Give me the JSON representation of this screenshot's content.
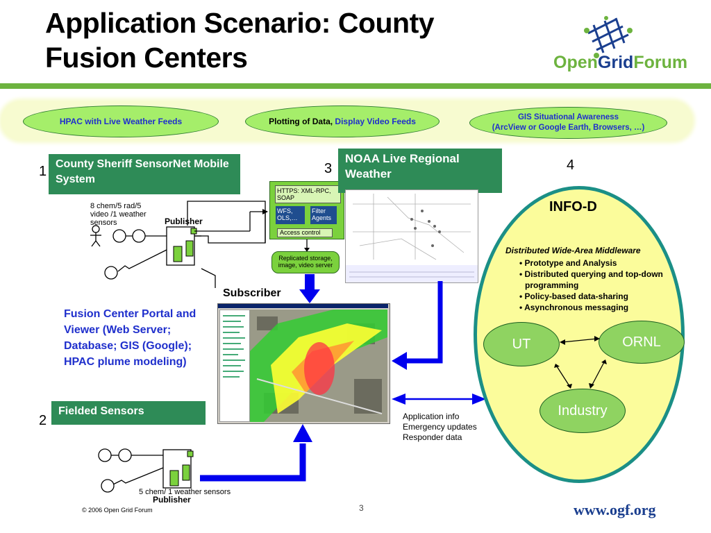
{
  "title": "Application Scenario: County Fusion Centers",
  "logo": {
    "text_open": "Open",
    "text_grid": "Grid",
    "text_forum": "Forum"
  },
  "top_band": {
    "left_pill": "HPAC with Live Weather Feeds",
    "middle_pill_a": "Plotting of Data, ",
    "middle_pill_b": "Display Video Feeds",
    "right_pill_line1": "GIS Situational Awareness",
    "right_pill_line2": "(ArcView or Google Earth, Browsers, …)"
  },
  "numbers": {
    "n1": "1",
    "n2": "2",
    "n3": "3",
    "n4": "4"
  },
  "sheriff_box": "County Sheriff SensorNet Mobile System",
  "sheriff_sensors": "8 chem/5 rad/5 video /1 weather sensors",
  "publisher": "Publisher",
  "noaa_box": "NOAA Live Regional Weather",
  "server": {
    "https": "HTTPS: XML-RPC, SOAP",
    "wfs": "WFS, OLS,…",
    "filter": "Filter Agents",
    "access": "Access control",
    "storage": "Replicated storage, image, video server"
  },
  "subscriber": "Subscriber",
  "portal_text": "Fusion Center Portal and Viewer (Web Server; Database; GIS (Google); HPAC plume modeling)",
  "fielded_box": "Fielded Sensors",
  "fielded_sensors": "5 chem/ 1 weather sensors",
  "app_info": [
    "Application info",
    "Emergency updates",
    "Responder data"
  ],
  "infod": {
    "title": "INFO-D",
    "subtitle": "Distributed Wide-Area Middleware",
    "bullets": [
      "Prototype and Analysis",
      "Distributed querying and top-down programming",
      "Policy-based data-sharing",
      "Asynchronous messaging"
    ],
    "nodes": [
      "UT",
      "ORNL",
      "Industry"
    ]
  },
  "footer": {
    "copyright": "© 2006 Open Grid Forum",
    "page": "3",
    "url": "www.ogf.org"
  },
  "colors": {
    "accent_green": "#6db33f",
    "box_green": "#2e8b57",
    "arrow_blue": "#0000ee",
    "ellipse_teal": "#1b8f86"
  }
}
